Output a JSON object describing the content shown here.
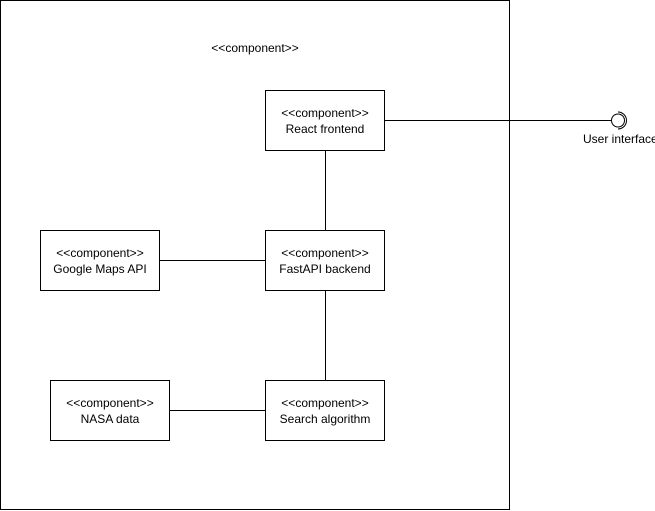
{
  "diagram": {
    "container": {
      "stereotype": "<<component>>"
    },
    "components": {
      "react": {
        "stereotype": "<<component>>",
        "name": "React frontend"
      },
      "google": {
        "stereotype": "<<component>>",
        "name": "Google Maps API"
      },
      "fastapi": {
        "stereotype": "<<component>>",
        "name": "FastAPI backend"
      },
      "nasa": {
        "stereotype": "<<component>>",
        "name": "NASA data"
      },
      "search": {
        "stereotype": "<<component>>",
        "name": "Search algorithm"
      }
    },
    "interface": {
      "label": "User interface"
    }
  }
}
